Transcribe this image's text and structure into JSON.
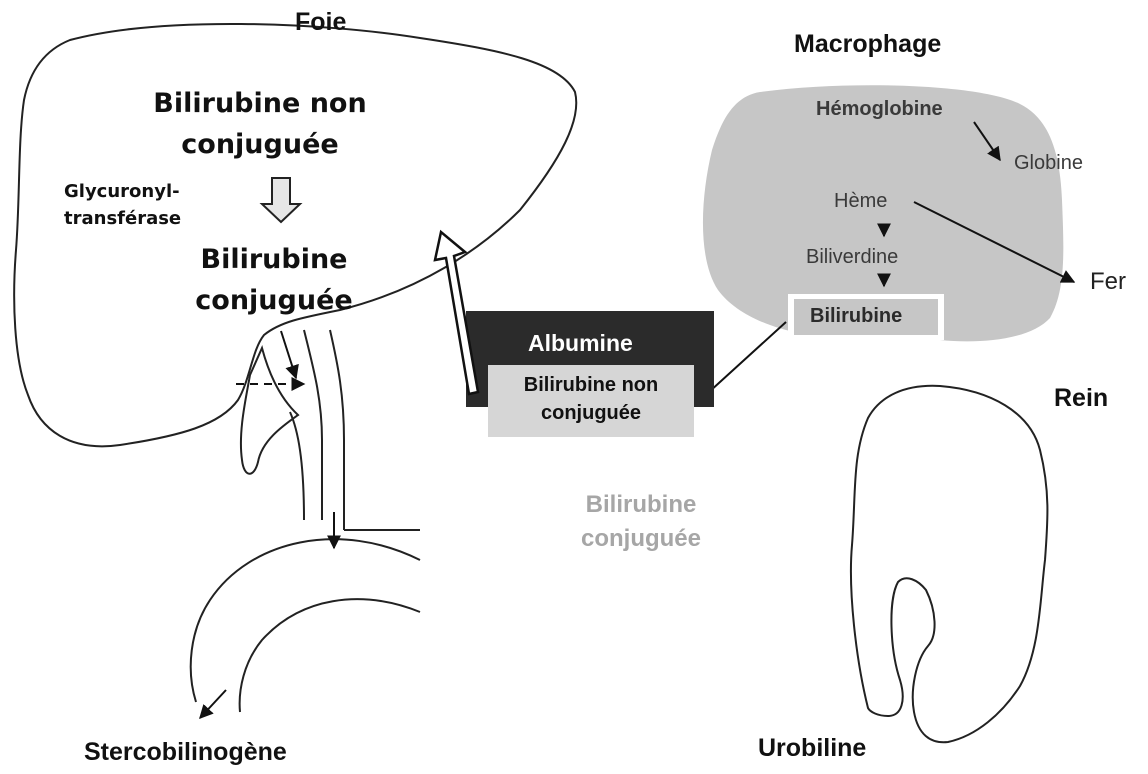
{
  "organs": {
    "liver": "Foie",
    "macrophage": "Macrophage",
    "kidney": "Rein"
  },
  "liver": {
    "unconjugated": "Bilirubine non conjuguée",
    "enzyme": "Glycuronyl-transférase",
    "conjugated": "Bilirubine conjuguée"
  },
  "macrophage": {
    "hemoglobin": "Hémoglobine",
    "globin": "Globine",
    "heme": "Hème",
    "biliverdin": "Biliverdine",
    "bilirubin": "Bilirubine",
    "iron": "Fer"
  },
  "blood": {
    "albumin": "Albumine",
    "bound_bilirubin": "Bilirubine non conjuguée"
  },
  "circulating_conjugated": "Bilirubine conjuguée",
  "products": {
    "stool": "Stercobilinogène",
    "urine": "Urobiline"
  },
  "colors": {
    "macrophage_fill": "#c6c6c6",
    "albumin_box": "#2b2b2b",
    "bilirubin_box": "#d6d6d6",
    "faded_text": "#a6a6a6"
  }
}
